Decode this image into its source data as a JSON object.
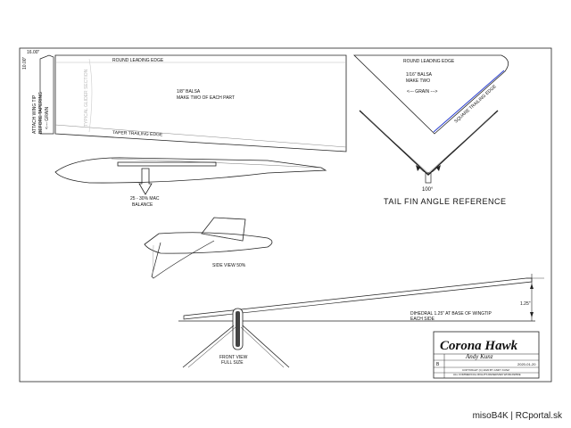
{
  "sheet": {
    "dim_width": "16.00\"",
    "dim_height": "10.00\"",
    "wing_note_lines": [
      "ATTACH WING TIP",
      "BEFORE TAPERING",
      "<--- GRAIN"
    ],
    "airfoil_watermark": "TYPICAL GLIDER SECTION"
  },
  "wing_panel": {
    "lead_label": "ROUND LEADING EDGE",
    "material_label": "1/8\" BALSA",
    "count_label": "MAKE TWO OF EACH PART",
    "trail_label": "TAPER TRAILING EDGE"
  },
  "tail_fin": {
    "lead_label": "ROUND LEADING EDGE",
    "material_label": "1/16\" BALSA",
    "count_label": "MAKE TWO",
    "grain_label": "<--- GRAIN --->",
    "trail_label": "SQUARE TRAILING EDGE",
    "angle_label": "100°",
    "reference_title": "TAIL FIN ANGLE REFERENCE"
  },
  "fuselage": {
    "balance_lines": [
      "25 - 30% MAC",
      "BALANCE"
    ]
  },
  "side_view": {
    "label": "SIDE VIEW 50%"
  },
  "front_view": {
    "label_lines": [
      "FRONT VIEW",
      "FULL SIZE"
    ],
    "dihedral_value": "1.25\"",
    "dihedral_lines": [
      "DIHEDRAL 1.25\" AT BASE OF WINGTIP",
      "EACH SIDE"
    ]
  },
  "title_block": {
    "title": "Corona Hawk",
    "designer": "Andy Kunz",
    "sheet": "B",
    "date": "2020-01-20",
    "copyright_lines": [
      "COPYRIGHT (C) 2020 BY ANDY KUNZ",
      "ALL COMMERCIAL RIGHTS RESERVED WORLDWIDE"
    ]
  },
  "credit": "misoB4K | RCportal.sk"
}
